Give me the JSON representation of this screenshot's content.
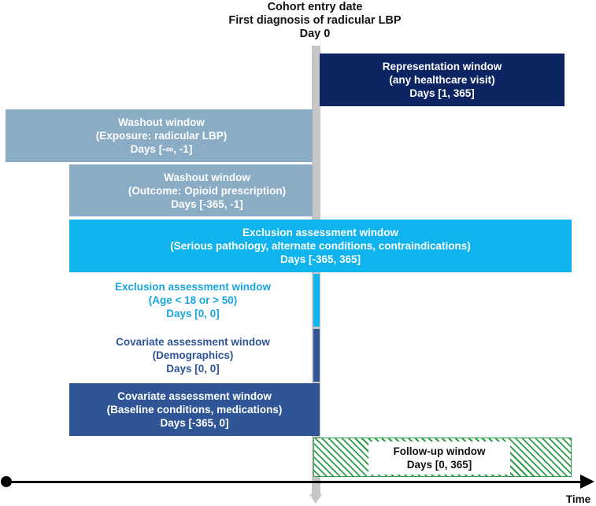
{
  "header": {
    "line1": "Cohort entry date",
    "line2": "First diagnosis of radicular LBP",
    "line3": "Day 0"
  },
  "windows": {
    "representation": {
      "title": "Representation window",
      "subtitle": "(any healthcare visit)",
      "days": "Days [1, 365]",
      "color": "#0d2463"
    },
    "washout_exposure": {
      "title": "Washout window",
      "subtitle": "(Exposure: radicular LBP)",
      "days": "Days [-∞, -1]",
      "color": "#8aacc4"
    },
    "washout_outcome": {
      "title": "Washout window",
      "subtitle": "(Outcome: Opioid prescription)",
      "days": "Days [-365, -1]",
      "color": "#8aacc4"
    },
    "exclusion_pathology": {
      "title": "Exclusion assessment window",
      "subtitle": "(Serious pathology, alternate conditions, contraindications)",
      "days": "Days [-365, 365]",
      "color": "#0fb3ee"
    },
    "exclusion_age": {
      "title": "Exclusion assessment window",
      "subtitle": "(Age < 18 or > 50)",
      "days": "Days [0, 0]",
      "color": "#0fb3ee"
    },
    "covariate_demographics": {
      "title": "Covariate assessment window",
      "subtitle": "(Demographics)",
      "days": "Days [0, 0]",
      "color": "#2f5597"
    },
    "covariate_baseline": {
      "title": "Covariate assessment window",
      "subtitle": "(Baseline conditions, medications)",
      "days": "Days [-365, 0]",
      "color": "#2f5597"
    },
    "followup": {
      "title": "Follow-up window",
      "days": "Days [0, 365]",
      "color": "#2e9b46"
    }
  },
  "axis": {
    "label": "Time"
  }
}
